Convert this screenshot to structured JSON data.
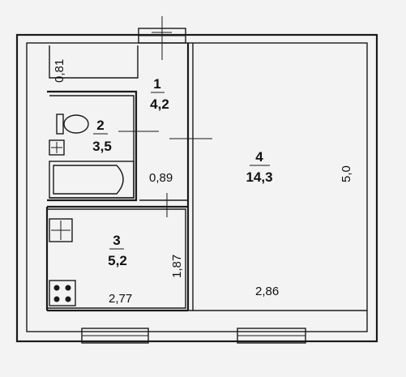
{
  "rooms": [
    {
      "number": "1",
      "area": "4,2"
    },
    {
      "number": "2",
      "area": "3,5"
    },
    {
      "number": "3",
      "area": "5,2"
    },
    {
      "number": "4",
      "area": "14,3"
    }
  ],
  "dimensions": {
    "entry_width": "0,81",
    "corridor_width": "0,89",
    "kitchen_height": "1,87",
    "kitchen_width": "2,77",
    "room_width": "2,86",
    "room_length": "5,0"
  },
  "icons": [
    "toilet-icon",
    "sink-icon",
    "bathtub-icon",
    "stove-icon",
    "kitchen-sink-icon"
  ]
}
